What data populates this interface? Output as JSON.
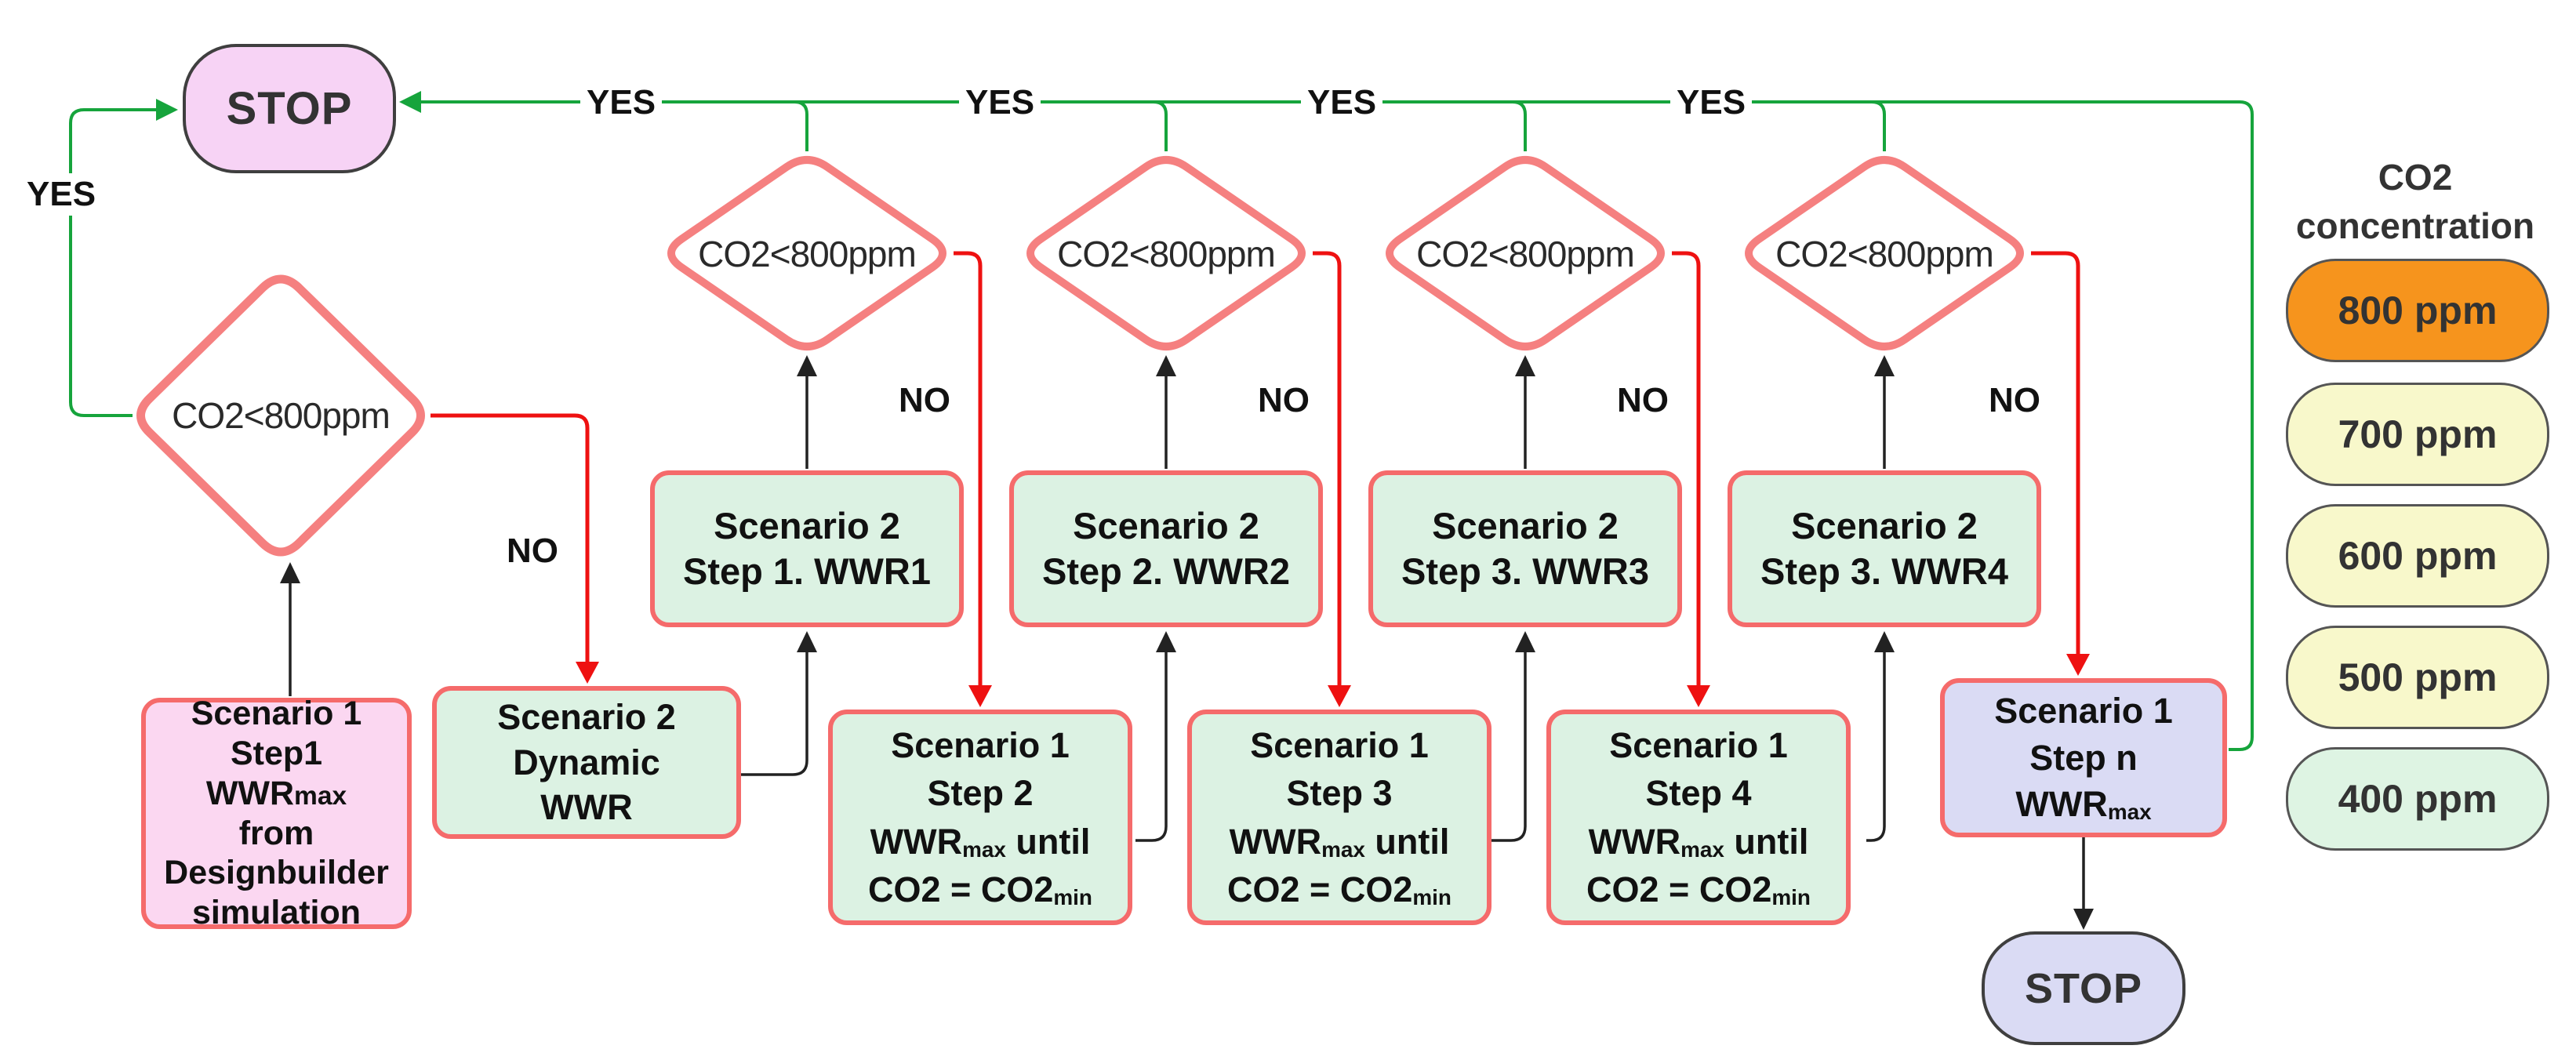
{
  "colors": {
    "green_line": "#16a43c",
    "red_line": "#ee1111",
    "black_line": "#222222",
    "diamond_border": "#f58080",
    "box_border": "#f56b6b",
    "green_fill": "#dcf2e3",
    "pink_fill": "#fbd7f1",
    "stop_top_fill": "#f7d3f5",
    "lavender_fill": "#dadbf4",
    "orange_pill": "#f6941d",
    "yellow_pill": "#f8f8cb",
    "green_pill": "#def4e3"
  },
  "edges": {
    "yes_left": "YES",
    "yes_top": [
      "YES",
      "YES",
      "YES",
      "YES"
    ],
    "no": [
      "NO",
      "NO",
      "NO",
      "NO",
      "NO"
    ]
  },
  "stop_top": {
    "label": "STOP"
  },
  "stop_bottom": {
    "label": "STOP"
  },
  "decisions": [
    {
      "label": "CO2<800ppm"
    },
    {
      "label": "CO2<800ppm"
    },
    {
      "label": "CO2<800ppm"
    },
    {
      "label": "CO2<800ppm"
    },
    {
      "label": "CO2<800ppm"
    }
  ],
  "pink_box": {
    "l1": "Scenario 1",
    "l2": "Step1",
    "l3_main": "WWR",
    "l3_small": "max",
    "l4": "from",
    "l5": "Designbuilder",
    "l6": "simulation"
  },
  "dynamic_box": {
    "l1": "Scenario 2",
    "l2": "Dynamic",
    "l3": "WWR"
  },
  "wwr_boxes": [
    {
      "l1": "Scenario 2",
      "l2": "Step 1. WWR1"
    },
    {
      "l1": "Scenario 2",
      "l2": "Step 2. WWR2"
    },
    {
      "l1": "Scenario 2",
      "l2": "Step 3. WWR3"
    },
    {
      "l1": "Scenario 2",
      "l2": "Step 3. WWR4"
    }
  ],
  "step_boxes": [
    {
      "l1": "Scenario 1",
      "l2": "Step 2",
      "l3_main": "WWR",
      "l3_sub": "max",
      "l3_rest": " until",
      "l4_main": "CO2 = CO2",
      "l4_sub": "min"
    },
    {
      "l1": "Scenario 1",
      "l2": "Step 3",
      "l3_main": "WWR",
      "l3_sub": "max",
      "l3_rest": " until",
      "l4_main": "CO2 = CO2",
      "l4_sub": "min"
    },
    {
      "l1": "Scenario 1",
      "l2": "Step 4",
      "l3_main": "WWR",
      "l3_sub": "max",
      "l3_rest": " until",
      "l4_main": "CO2 = CO2",
      "l4_sub": "min"
    }
  ],
  "stepn_box": {
    "l1": "Scenario 1",
    "l2": "Step n",
    "l3_main": "WWR",
    "l3_sub": "max"
  },
  "legend": {
    "title_line1": "CO2",
    "title_line2": "concentration",
    "pills": [
      {
        "label": "800 ppm",
        "color": "#f6941d"
      },
      {
        "label": "700 ppm",
        "color": "#f8f8cb"
      },
      {
        "label": "600 ppm",
        "color": "#f8f8cb"
      },
      {
        "label": "500 ppm",
        "color": "#f8f8cb"
      },
      {
        "label": "400 ppm",
        "color": "#def4e3"
      }
    ]
  }
}
